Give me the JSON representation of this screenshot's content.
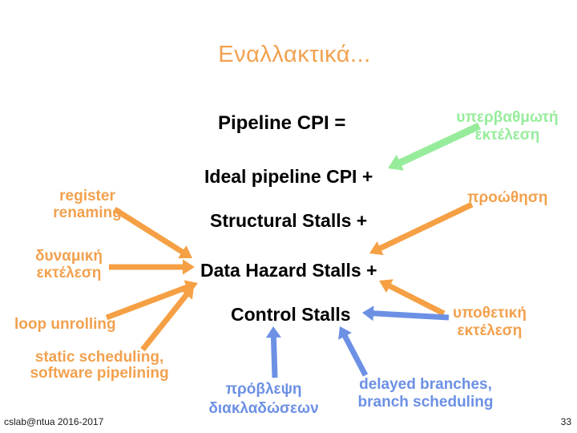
{
  "title": "Εναλλακτικά...",
  "equation": {
    "lhs": "Pipeline CPI =",
    "ideal": "Ideal pipeline CPI +",
    "structural": "Structural Stalls +",
    "data_hazard": "Data Hazard Stalls +",
    "control": "Control Stalls"
  },
  "techniques": {
    "superscalar": {
      "line1": "υπερβαθμωτή",
      "line2": "εκτέλεση"
    },
    "register_renaming": {
      "line1": "register",
      "line2": "renaming"
    },
    "dynamic_execution": {
      "line1": "δυναμική",
      "line2": "εκτέλεση"
    },
    "forwarding": {
      "line1": "προώθηση"
    },
    "loop_unrolling": {
      "line1": "loop unrolling"
    },
    "static_scheduling": {
      "line1": "static scheduling,",
      "line2": "software pipelining"
    },
    "speculative_execution": {
      "line1": "υποθετική",
      "line2": "εκτέλεση"
    },
    "branch_prediction": {
      "line1": "πρόβλεψη",
      "line2": "διακλαδώσεων"
    },
    "delayed_branches": {
      "line1": "delayed branches,",
      "line2": "branch scheduling"
    }
  },
  "footer": {
    "left": "cslab@ntua 2016-2017",
    "page": "33"
  },
  "colors": {
    "orange": "#F2A14E",
    "arrow_orange": "#F5A044",
    "blue": "#6C90E4",
    "green": "#97EC9B",
    "black": "#000000"
  },
  "arrows": [
    {
      "name": "arrow-superscalar-to-ideal",
      "from": "superscalar-execution",
      "to": "ideal-pipeline-cpi",
      "color": "green"
    },
    {
      "name": "arrow-register-renaming-to-data-hazard",
      "from": "register-renaming",
      "to": "data-hazard-stalls",
      "color": "arrow_orange"
    },
    {
      "name": "arrow-dynamic-execution-to-data-hazard",
      "from": "dynamic-execution",
      "to": "data-hazard-stalls",
      "color": "arrow_orange"
    },
    {
      "name": "arrow-loop-unrolling-to-data-hazard",
      "from": "loop-unrolling",
      "to": "data-hazard-stalls",
      "color": "arrow_orange"
    },
    {
      "name": "arrow-static-scheduling-to-data-hazard",
      "from": "static-scheduling",
      "to": "data-hazard-stalls",
      "color": "arrow_orange"
    },
    {
      "name": "arrow-forwarding-to-data-hazard",
      "from": "forwarding",
      "to": "data-hazard-stalls",
      "color": "arrow_orange"
    },
    {
      "name": "arrow-speculative-to-data-hazard",
      "from": "speculative-execution",
      "to": "data-hazard-stalls",
      "color": "arrow_orange"
    },
    {
      "name": "arrow-speculative-to-control",
      "from": "speculative-execution",
      "to": "control-stalls",
      "color": "blue"
    },
    {
      "name": "arrow-branch-prediction-to-control",
      "from": "branch-prediction",
      "to": "control-stalls",
      "color": "blue"
    },
    {
      "name": "arrow-delayed-branches-to-control",
      "from": "delayed-branches",
      "to": "control-stalls",
      "color": "blue"
    }
  ]
}
